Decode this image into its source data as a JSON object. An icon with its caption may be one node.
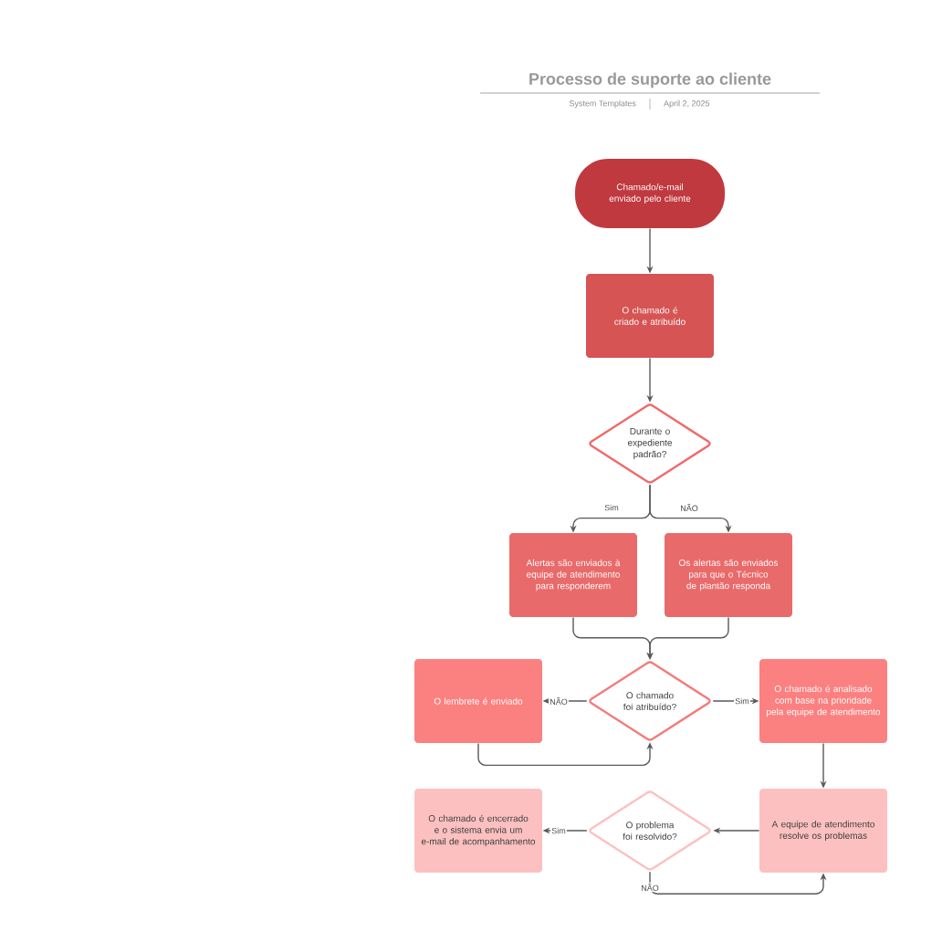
{
  "diagram": {
    "title": "Processo de suporte ao cliente",
    "nodes": [
      {
        "text": [
          "Chamado/e-mail enviado pelo cliente"
        ]
      },
      {
        "text": [
          "O chamado é criado e atribuído"
        ]
      },
      {
        "text": [
          "Durante o expediente padrão?"
        ]
      },
      {
        "text": [
          "Alertas são enviados à equipe de atendimento para responderem"
        ]
      },
      {
        "text": [
          "Os alertas são enviados para que o Técnico de plantão responda"
        ]
      },
      {
        "text": [
          "O chamado foi atribuído?"
        ]
      },
      {
        "text": [
          "O lembrete é enviado"
        ]
      },
      {
        "text": [
          "O chamado é analisado com base na prioridade pela equipe de atendimento"
        ]
      },
      {
        "text": [
          "A equipe de atendimento resolve os problemas"
        ]
      },
      {
        "text": [
          "O problema foi resolvido?"
        ]
      },
      {
        "text": [
          "O chamado é encerrado e o sistema envia um e-mail de acompanhamento"
        ]
      }
    ],
    "edges": [
      {
        "from": 0,
        "to": 1,
        "arrow": "to"
      },
      {
        "from": 1,
        "to": 2,
        "arrow": "to"
      },
      {
        "from": 2,
        "to": 3,
        "arrow": "to",
        "label": "Sim"
      },
      {
        "from": 2,
        "to": 4,
        "arrow": "to",
        "label": "NÃO"
      },
      {
        "from": 3,
        "to": 5,
        "arrow": "to"
      },
      {
        "from": 4,
        "to": 5,
        "arrow": "to"
      },
      {
        "from": 5,
        "to": 6,
        "arrow": "to",
        "label": "NÃO"
      },
      {
        "from": 5,
        "to": 7,
        "arrow": "to",
        "label": "Sim"
      },
      {
        "from": 6,
        "to": 5,
        "arrow": "to"
      },
      {
        "from": 7,
        "to": 8,
        "arrow": "to"
      },
      {
        "from": 8,
        "to": 9,
        "arrow": "to"
      },
      {
        "from": 9,
        "to": 10,
        "arrow": "to",
        "label": "Sim"
      },
      {
        "from": 9,
        "to": 8,
        "arrow": "to",
        "label": "NÃO"
      }
    ],
    "labels": [
      "System Templates",
      "April 2, 2025"
    ]
  }
}
